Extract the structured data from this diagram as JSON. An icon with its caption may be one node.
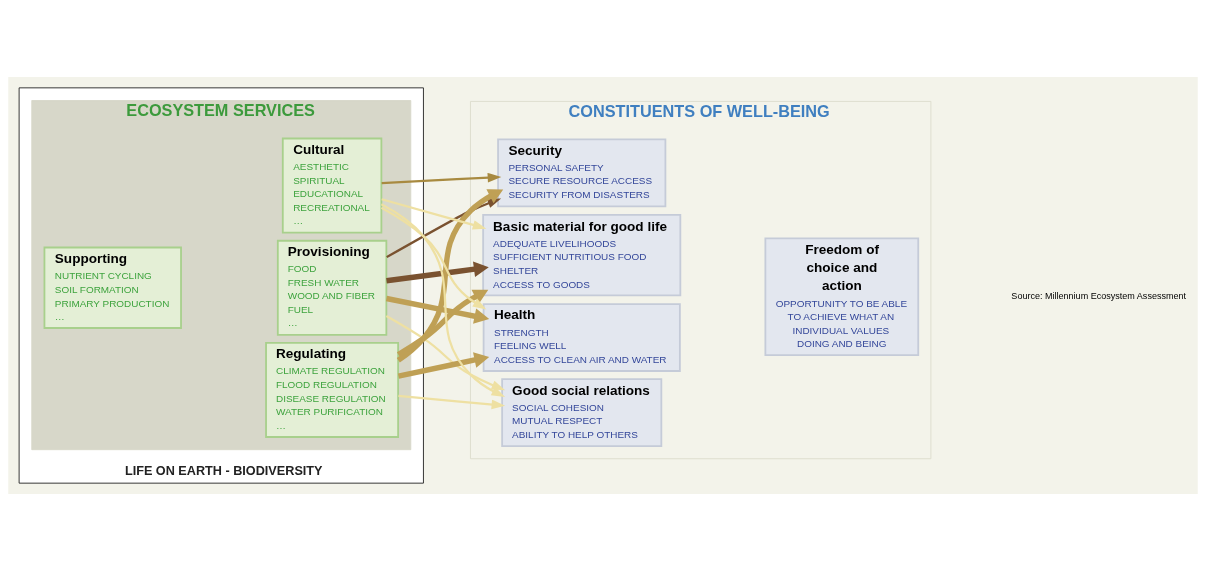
{
  "diagram": {
    "nodes": [
      {
        "text": [
          "LIFE ON EARTH - BIODIVERSITY"
        ]
      },
      {
        "text": [
          "ECOSYSTEM SERVICES"
        ],
        "in": 0
      },
      {
        "text": [
          "Supporting",
          "NUTRIENT CYCLING",
          "SOIL FORMATION",
          "PRIMARY PRODUCTION",
          "…"
        ],
        "in": 1
      },
      {
        "text": [
          "Provisioning",
          "FOOD",
          "FRESH WATER",
          "WOOD AND FIBER",
          "FUEL",
          "…"
        ],
        "in": 1
      },
      {
        "text": [
          "Regulating",
          "CLIMATE REGULATION",
          "FLOOD REGULATION",
          "DISEASE REGULATION",
          "WATER PURIFICATION",
          "…"
        ],
        "in": 1
      },
      {
        "text": [
          "Cultural",
          "AESTHETIC",
          "SPIRITUAL",
          "EDUCATIONAL",
          "RECREATIONAL",
          "…"
        ],
        "in": 1
      },
      {
        "text": [
          "CONSTITUENTS OF WELL-BEING"
        ]
      },
      {
        "text": [
          "Security",
          "PERSONAL SAFETY",
          "SECURE RESOURCE ACCESS",
          "SECURITY FROM DISASTERS"
        ],
        "in": 6
      },
      {
        "text": [
          "Basic material for good life",
          "ADEQUATE LIVELIHOODS",
          "SUFFICIENT NUTRITIOUS FOOD",
          "SHELTER",
          "ACCESS TO GOODS"
        ],
        "in": 6
      },
      {
        "text": [
          "Health",
          "STRENGTH",
          "FEELING WELL",
          "ACCESS TO CLEAN AIR AND WATER"
        ],
        "in": 6
      },
      {
        "text": [
          "Good social relations",
          "SOCIAL COHESION",
          "MUTUAL RESPECT",
          "ABILITY TO HELP OTHERS"
        ],
        "in": 6
      },
      {
        "text": [
          "Freedom of choice and action",
          "OPPORTUNITY TO BE ABLE TO ACHIEVE WHAT AN INDIVIDUAL VALUES DOING AND BEING"
        ],
        "in": 6
      }
    ],
    "edges": [
      {
        "from": 3,
        "to": 7,
        "arrow": "to",
        "color": "#7a5230"
      },
      {
        "from": 3,
        "to": 8,
        "arrow": "to",
        "style": "thick",
        "color": "#7a5230"
      },
      {
        "from": 3,
        "to": 9,
        "arrow": "to",
        "style": "thick",
        "color": "#bfa055"
      },
      {
        "from": 3,
        "to": 10,
        "arrow": "to"
      },
      {
        "from": 4,
        "to": 7,
        "arrow": "to",
        "style": "thick",
        "color": "#bfa055"
      },
      {
        "from": 4,
        "to": 8,
        "arrow": "to",
        "style": "thick",
        "color": "#bfa055"
      },
      {
        "from": 4,
        "to": 9,
        "arrow": "to",
        "style": "thick",
        "color": "#bfa055"
      },
      {
        "from": 4,
        "to": 10,
        "arrow": "to"
      },
      {
        "from": 5,
        "to": 7,
        "arrow": "to",
        "color": "#a88a40"
      },
      {
        "from": 5,
        "to": 8,
        "arrow": "to"
      },
      {
        "from": 5,
        "to": 9,
        "arrow": "to"
      },
      {
        "from": 5,
        "to": 10,
        "arrow": "to"
      }
    ],
    "labels": [
      "Source: Millennium Ecosystem Assessment"
    ]
  }
}
